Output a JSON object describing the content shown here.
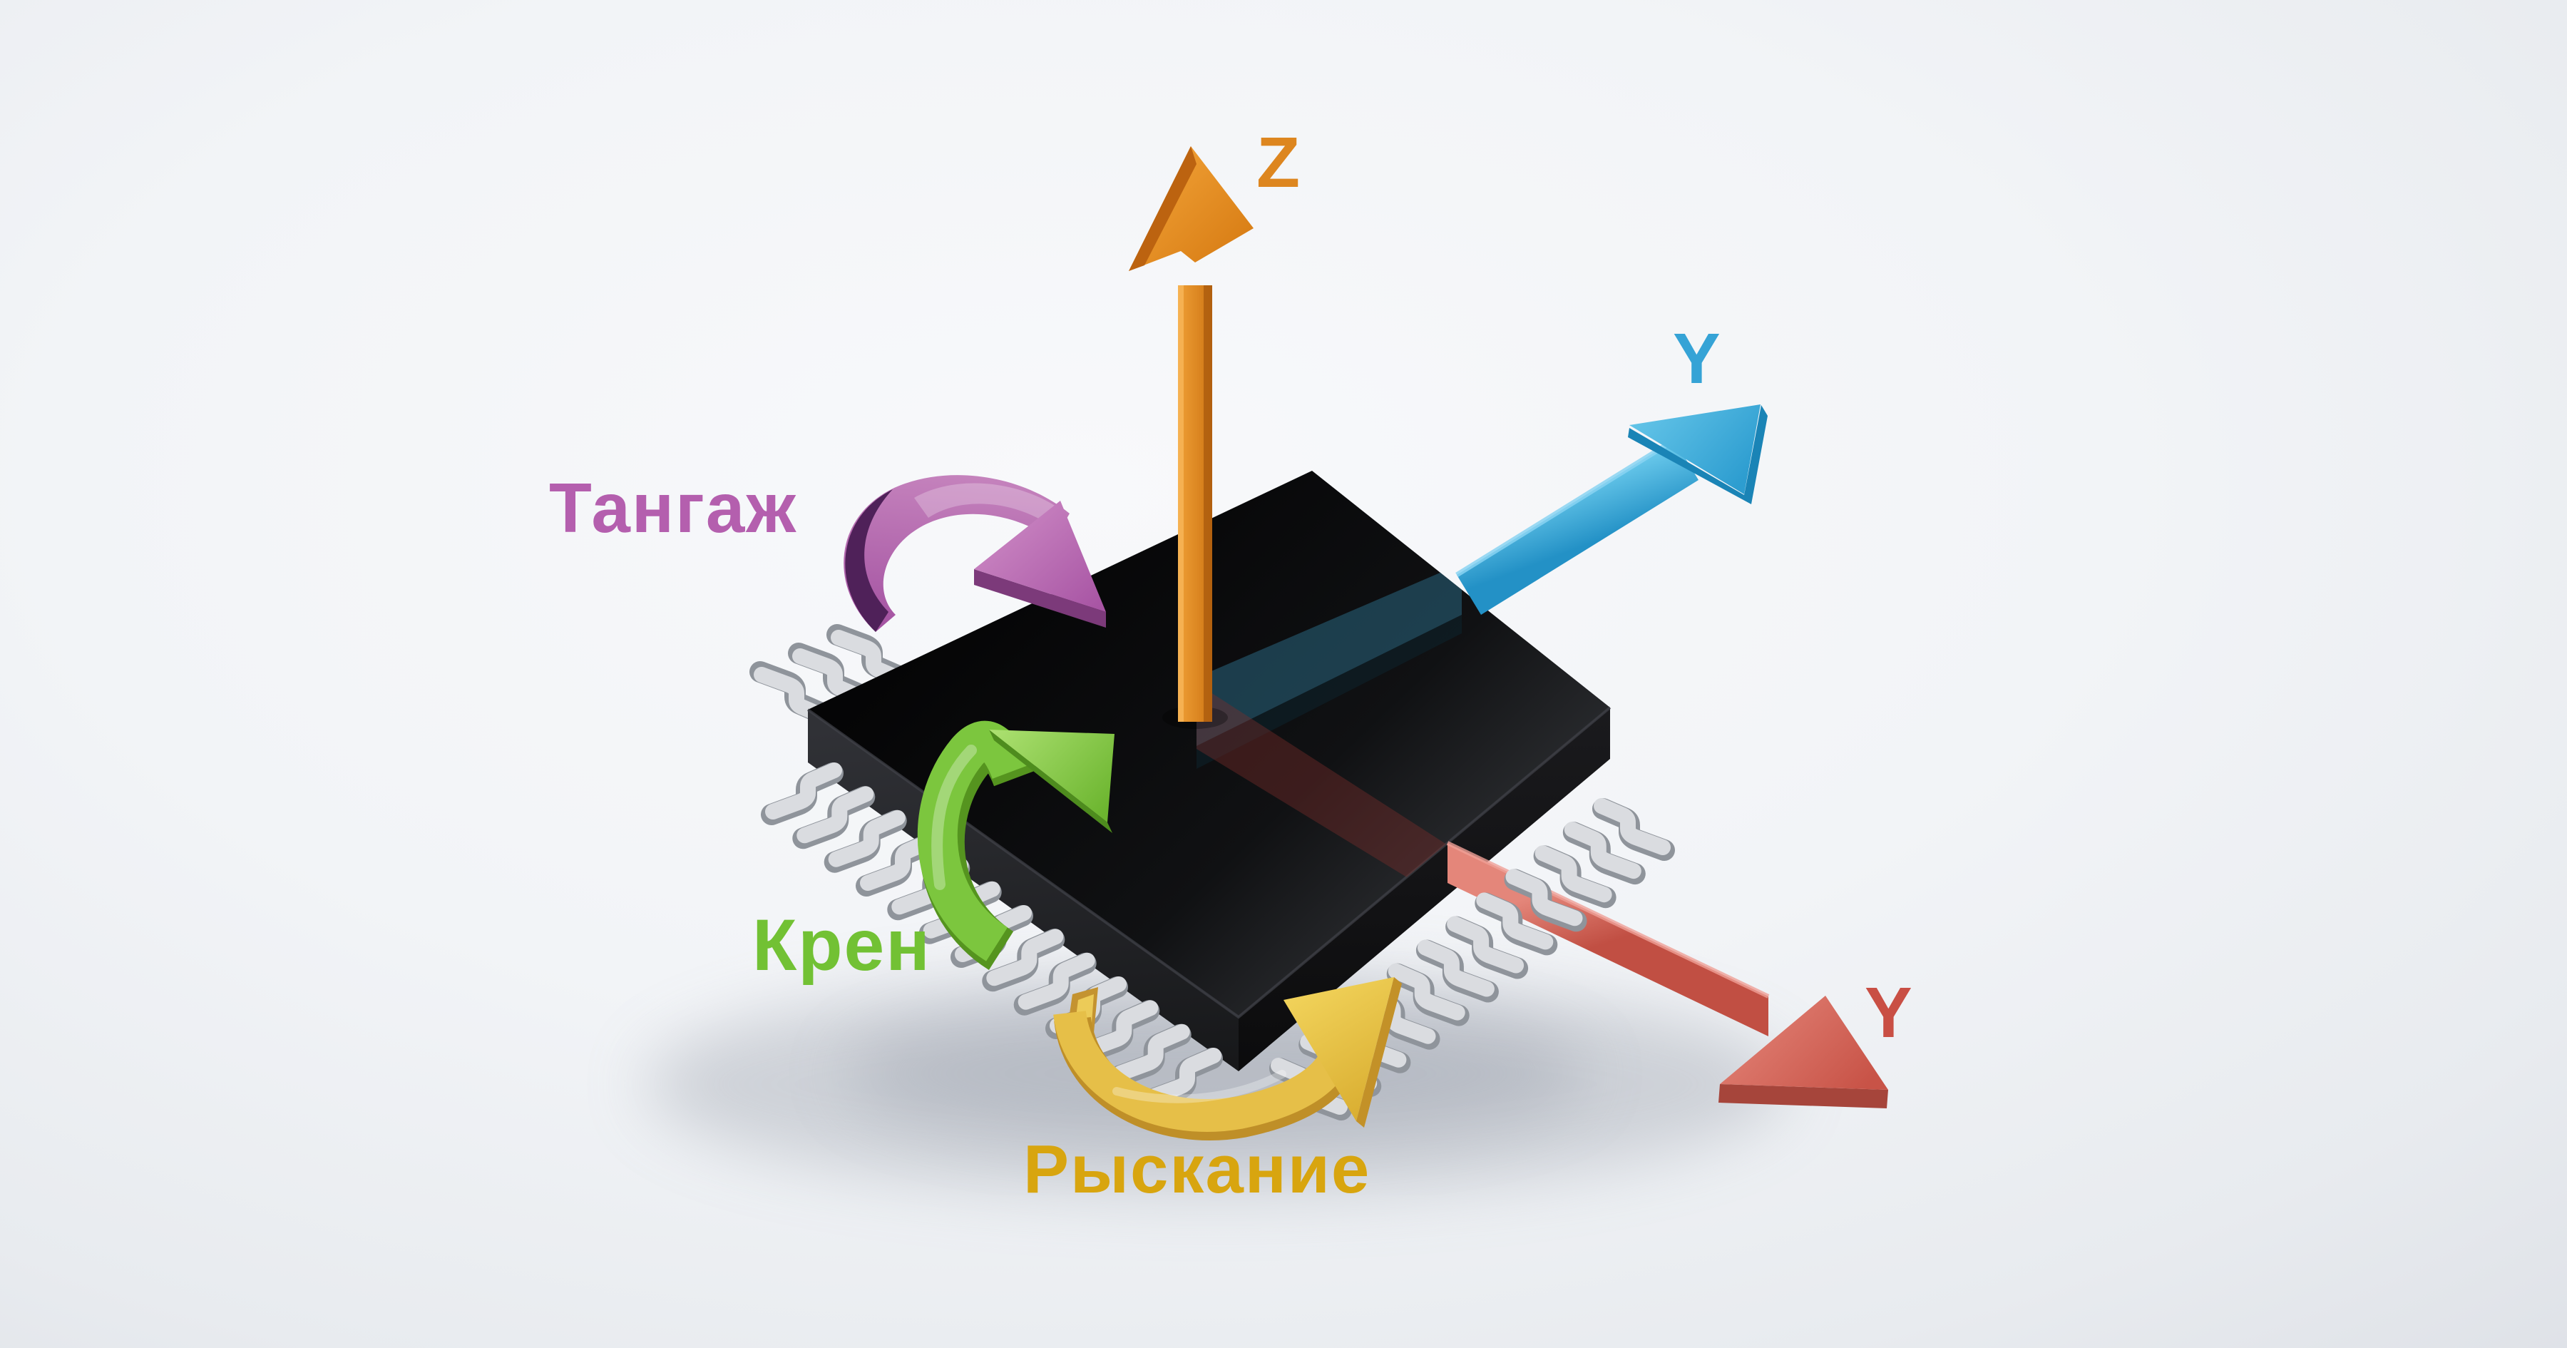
{
  "colors": {
    "background": "#eef1f5",
    "chip_body": "#101114",
    "chip_pins": "#d9dcdf",
    "axis_z": "#dd861f",
    "axis_y_upper": "#35a3d6",
    "axis_y_lower": "#c94f44",
    "pitch": "#b45fae",
    "roll": "#72c134",
    "yaw": "#d8a50f"
  },
  "axes": [
    {
      "label": "Z",
      "color": "#dd861f",
      "direction": "up"
    },
    {
      "label": "Y",
      "color": "#35a3d6",
      "direction": "upper-right"
    },
    {
      "label": "Y",
      "color": "#c94f44",
      "direction": "lower-right"
    }
  ],
  "rotations": [
    {
      "label": "Тангаж",
      "color": "#b45fae"
    },
    {
      "label": "Крен",
      "color": "#72c134"
    },
    {
      "label": "Рыскание",
      "color": "#d8a50f"
    }
  ]
}
